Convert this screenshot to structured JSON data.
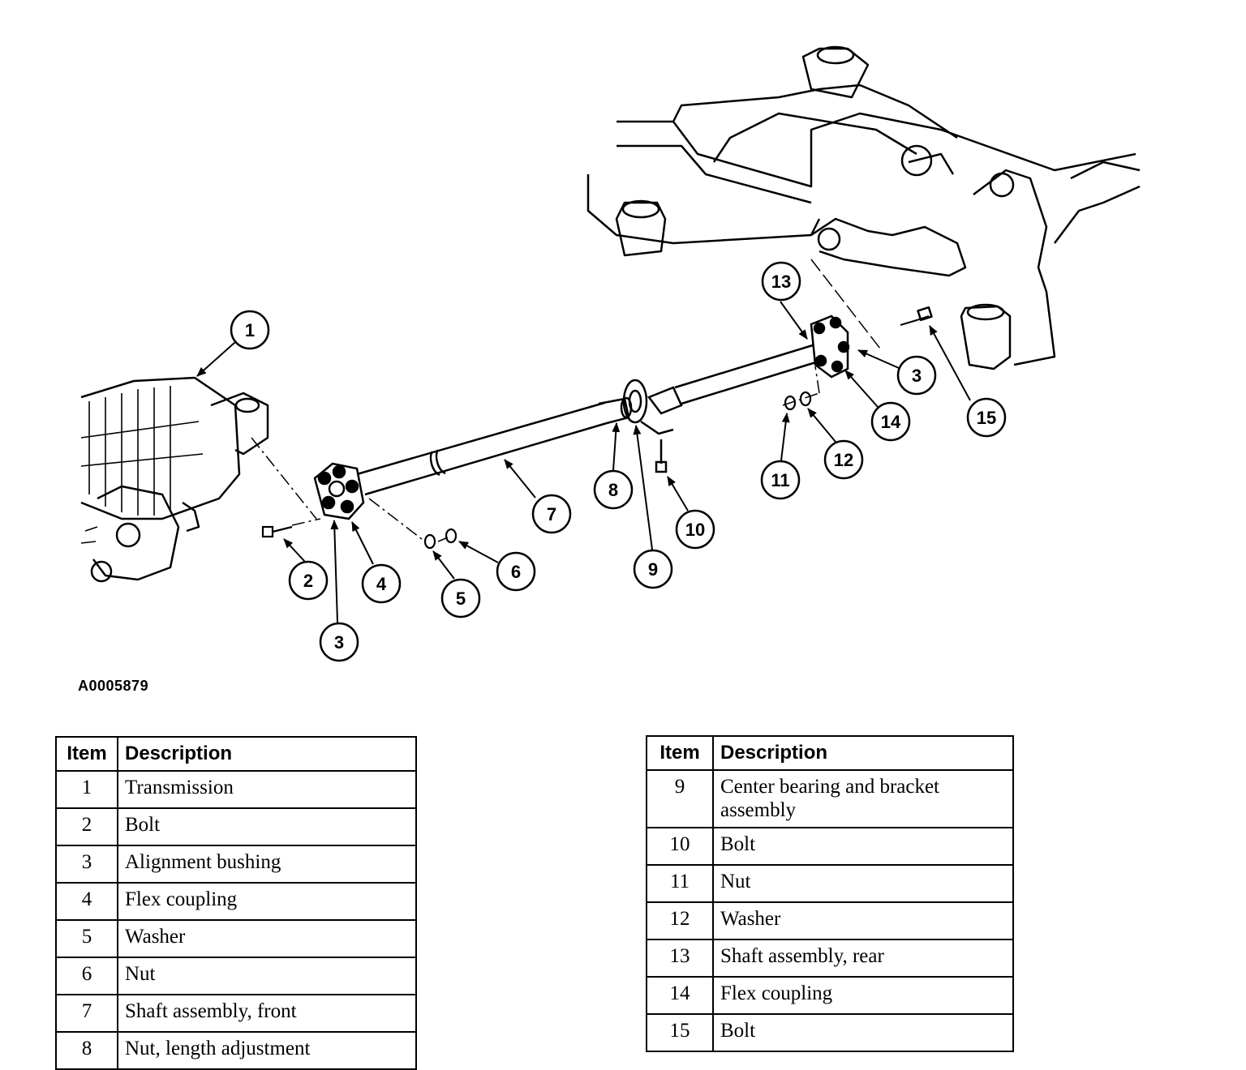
{
  "figure_code": "A0005879",
  "callouts": [
    "1",
    "2",
    "3",
    "4",
    "5",
    "6",
    "7",
    "8",
    "9",
    "10",
    "11",
    "12",
    "13",
    "3",
    "14",
    "15"
  ],
  "legend_left": {
    "header_item": "Item",
    "header_description": "Description",
    "rows": [
      {
        "item": "1",
        "description": "Transmission"
      },
      {
        "item": "2",
        "description": "Bolt"
      },
      {
        "item": "3",
        "description": "Alignment bushing"
      },
      {
        "item": "4",
        "description": "Flex coupling"
      },
      {
        "item": "5",
        "description": "Washer"
      },
      {
        "item": "6",
        "description": "Nut"
      },
      {
        "item": "7",
        "description": "Shaft assembly, front"
      },
      {
        "item": "8",
        "description": "Nut, length adjustment"
      }
    ]
  },
  "legend_right": {
    "header_item": "Item",
    "header_description": "Description",
    "rows": [
      {
        "item": "9",
        "description": "Center bearing and bracket assembly"
      },
      {
        "item": "10",
        "description": "Bolt"
      },
      {
        "item": "11",
        "description": "Nut"
      },
      {
        "item": "12",
        "description": "Washer"
      },
      {
        "item": "13",
        "description": "Shaft assembly, rear"
      },
      {
        "item": "14",
        "description": "Flex coupling"
      },
      {
        "item": "15",
        "description": "Bolt"
      }
    ]
  }
}
